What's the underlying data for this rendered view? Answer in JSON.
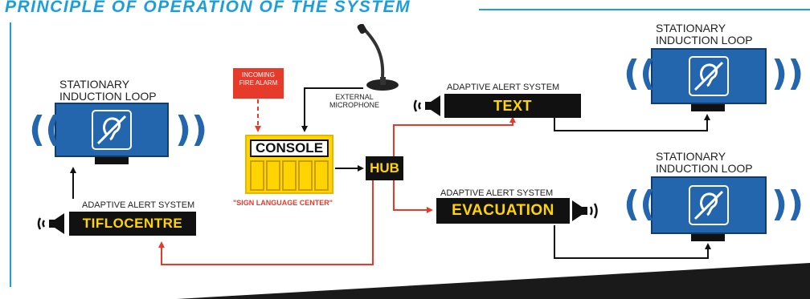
{
  "title": "PRINCIPLE OF OPERATION OF THE SYSTEM",
  "loops": {
    "left": {
      "line1": "STATIONARY",
      "line2": "INDUCTION LOOP"
    },
    "top_right": {
      "line1": "STATIONARY",
      "line2": "INDUCTION LOOP"
    },
    "bottom_right": {
      "line1": "STATIONARY",
      "line2": "INDUCTION LOOP"
    }
  },
  "adaptive_label": "ADAPTIVE ALERT SYSTEM",
  "signs": {
    "tiflocentre": "TIFLOCENTRE",
    "text": "TEXT",
    "evacuation": "EVACUATION"
  },
  "fire_alarm": {
    "line1": "INCOMING",
    "line2": "FIRE ALARM"
  },
  "microphone": {
    "line1": "EXTERNAL",
    "line2": "MICROPHONE"
  },
  "console": {
    "label": "CONSOLE",
    "caption": "\"SIGN LANGUAGE CENTER\""
  },
  "hub": "HUB",
  "icons": {
    "wave_left": "((",
    "wave_right": "))"
  },
  "colors": {
    "accent_blue": "#1c9fd8",
    "loop_blue": "#2466ad",
    "sign_yellow": "#ffd400",
    "alarm_red": "#e63a2b"
  }
}
